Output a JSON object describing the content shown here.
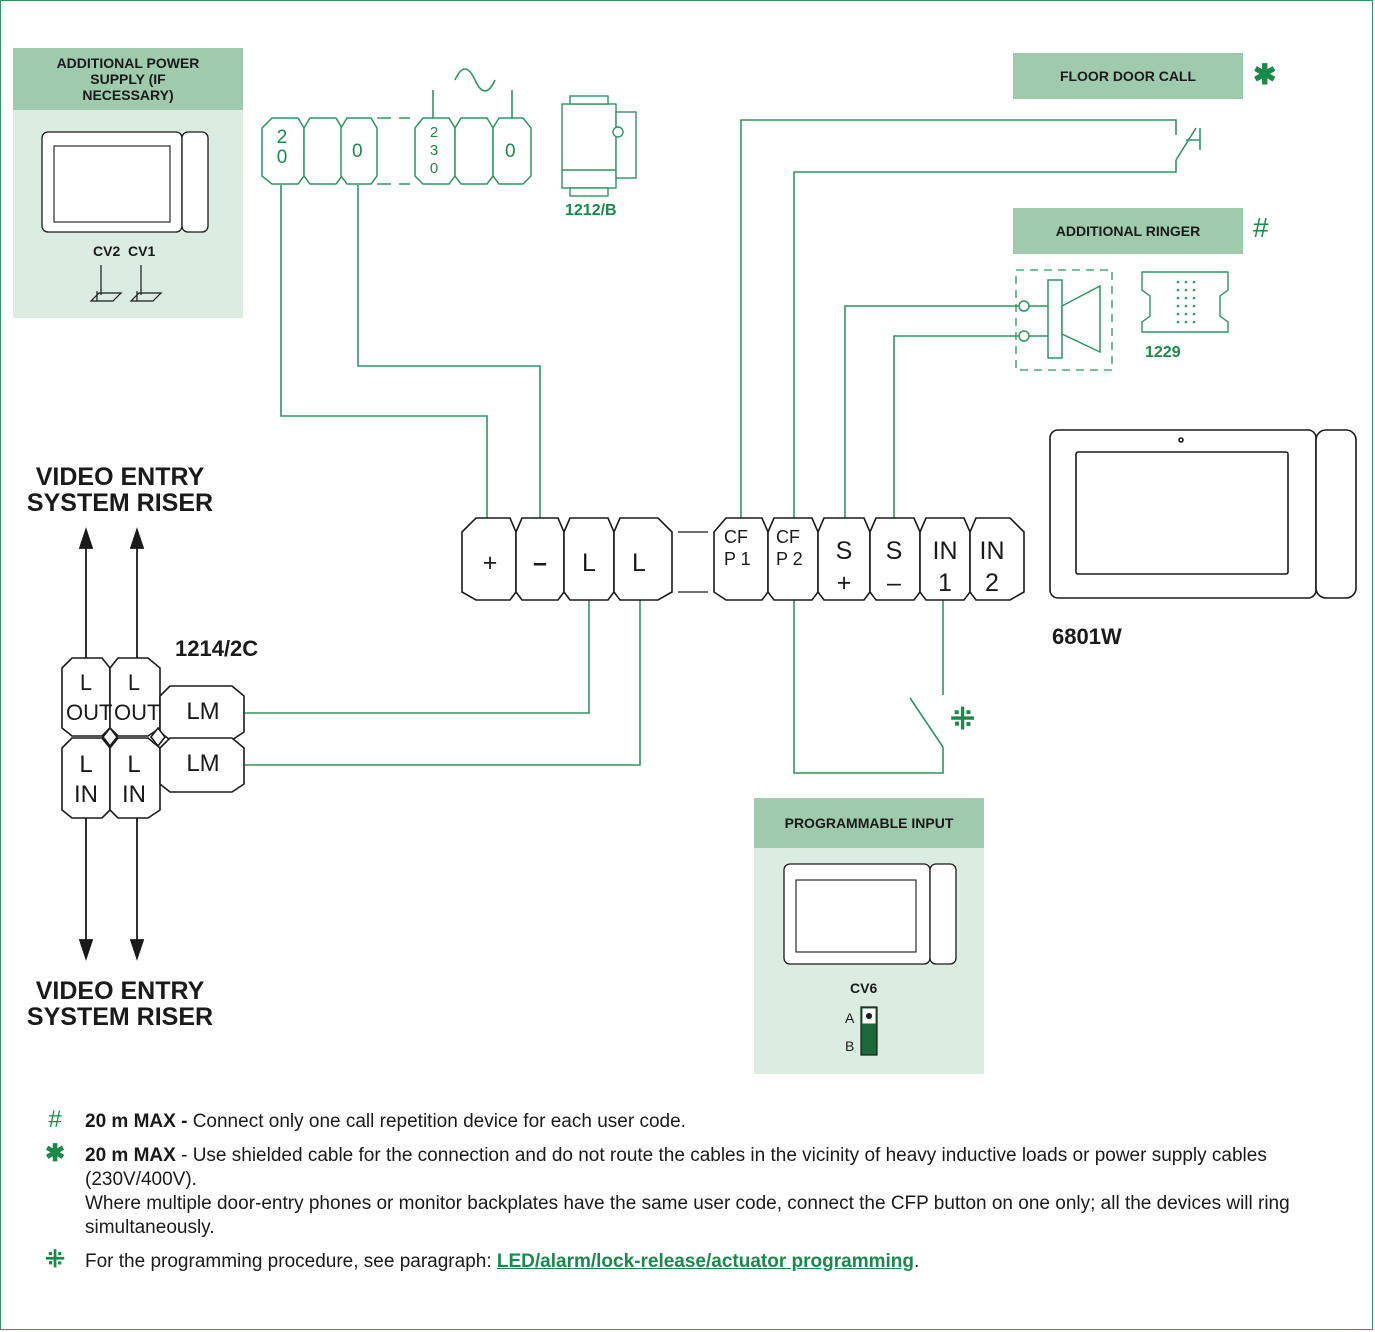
{
  "panels": {
    "power": {
      "title": "ADDITIONAL POWER SUPPLY (IF NECESSARY)",
      "switches": "CV2  CV1"
    },
    "floor": {
      "title": "FLOOR DOOR CALL",
      "mark": "✱"
    },
    "ringer": {
      "title": "ADDITIONAL RINGER",
      "mark": "#"
    },
    "prog": {
      "title": "PROGRAMMABLE INPUT",
      "switch": "CV6",
      "pos_a": "A",
      "pos_b": "B"
    }
  },
  "codes": {
    "psu": "1212/B",
    "ringer": "1229",
    "monitor": "6801W",
    "distributor": "1214/2C"
  },
  "riser": {
    "top": "VIDEO ENTRY SYSTEM RISER",
    "bottom": "VIDEO ENTRY SYSTEM RISER"
  },
  "psu_terminals": [
    "20",
    "0",
    "230",
    "0"
  ],
  "distributor_terminals": {
    "out1": "L OUT",
    "out2": "L OUT",
    "in1": "L IN",
    "in2": "L IN",
    "lm1": "LM",
    "lm2": "LM"
  },
  "main_terminals": [
    "+",
    "–",
    "L",
    "L",
    "CFP 1",
    "CFP 2",
    "S +",
    "S –",
    "IN 1",
    "IN 2"
  ],
  "input_mark": "⁜",
  "notes": [
    {
      "symbol": "#",
      "bold": "20 m MAX -",
      "text": " Connect only one call repetition device for each user code."
    },
    {
      "symbol": "✱",
      "bold": "20 m MAX",
      "text": " - Use shielded cable for the connection and do not route the cables in the vicinity of heavy inductive loads or power supply cables (230V/400V).",
      "text2": "Where multiple door-entry phones or monitor backplates have the same user code, connect the CFP button on one only; all the devices will ring simultaneously."
    },
    {
      "symbol": "⁜",
      "text": "For the programming procedure, see paragraph: ",
      "link": "LED/alarm/lock-release/actuator programming",
      "after": "."
    }
  ],
  "colors": {
    "accent": "#1a8a4a",
    "panel": "#dbece1",
    "panel_title": "#9fcaae"
  }
}
